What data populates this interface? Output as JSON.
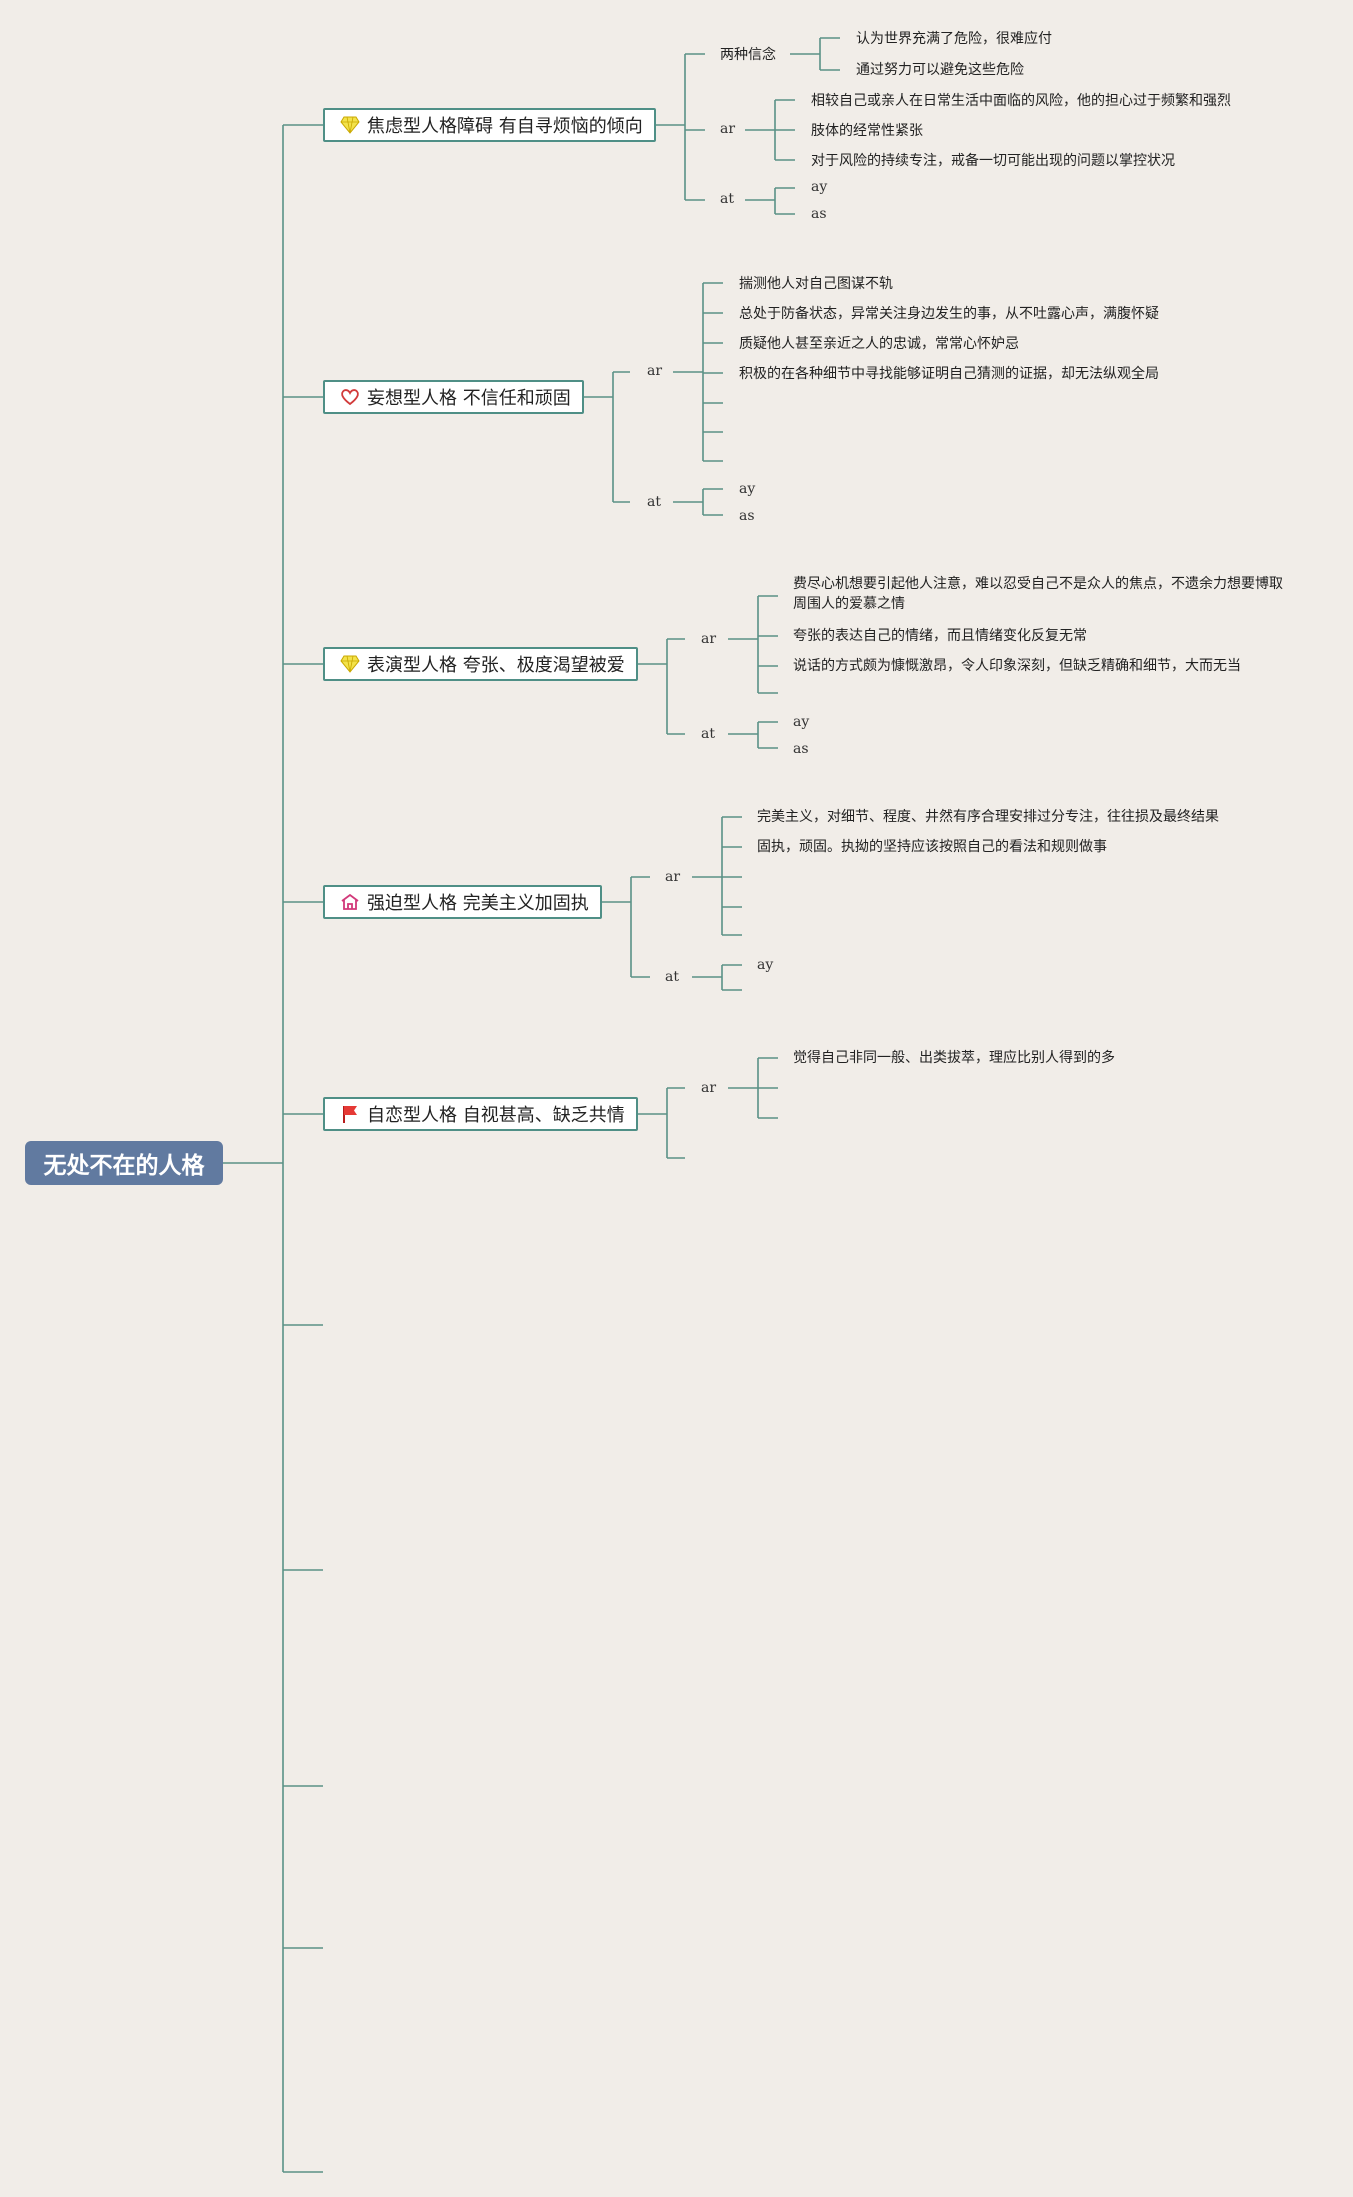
{
  "root": {
    "label": "无处不在的人格"
  },
  "topics": [
    {
      "label": "焦虑型人格障碍 有自寻烦恼的倾向",
      "icon": "diamond-icon"
    },
    {
      "label": "妄想型人格 不信任和顽固",
      "icon": "heart-icon"
    },
    {
      "label": "表演型人格 夸张、极度渴望被爱",
      "icon": "diamond-icon"
    },
    {
      "label": "强迫型人格 完美主义加固执",
      "icon": "house-icon"
    },
    {
      "label": "自恋型人格 自视甚高、缺乏共情",
      "icon": "flag-icon"
    }
  ],
  "anxious": {
    "beliefs_label": "两种信念",
    "beliefs": [
      "认为世界充满了危险，很难应付",
      "通过努力可以避免这些危险"
    ],
    "ar": "ar",
    "ar_items": [
      "相较自己或亲人在日常生活中面临的风险，他的担心过于频繁和强烈",
      "肢体的经常性紧张",
      "对于风险的持续专注，戒备一切可能出现的问题以掌控状况"
    ],
    "at": "at",
    "at_items": [
      "ay",
      "as"
    ]
  },
  "paranoid": {
    "ar": "ar",
    "ar_items": [
      "揣测他人对自己图谋不轨",
      "总处于防备状态，异常关注身边发生的事，从不吐露心声，满腹怀疑",
      "质疑他人甚至亲近之人的忠诚，常常心怀妒忌",
      "积极的在各种细节中寻找能够证明自己猜测的证据，却无法纵观全局"
    ],
    "at": "at",
    "at_items": [
      "ay",
      "as"
    ]
  },
  "histrionic": {
    "ar": "ar",
    "ar_items": [
      "费尽心机想要引起他人注意，难以忍受自己不是众人的焦点，不遗余力想要博取周围人的爱慕之情",
      "夸张的表达自己的情绪，而且情绪变化反复无常",
      "说话的方式颇为慷慨激昂，令人印象深刻，但缺乏精确和细节，大而无当"
    ],
    "at": "at",
    "at_items": [
      "ay",
      "as"
    ]
  },
  "obsessive": {
    "ar": "ar",
    "ar_items": [
      "完美主义，对细节、程度、井然有序合理安排过分专注，往往损及最终结果",
      "固执，顽固。执拗的坚持应该按照自己的看法和规则做事"
    ],
    "at": "at",
    "at_items": [
      "ay"
    ]
  },
  "narcissistic": {
    "ar": "ar",
    "ar_items": [
      "觉得自己非同一般、出类拔萃，理应比别人得到的多"
    ]
  },
  "colors": {
    "background": "#f1ede8",
    "root": "#617aa0",
    "line": "#4f8f86"
  }
}
